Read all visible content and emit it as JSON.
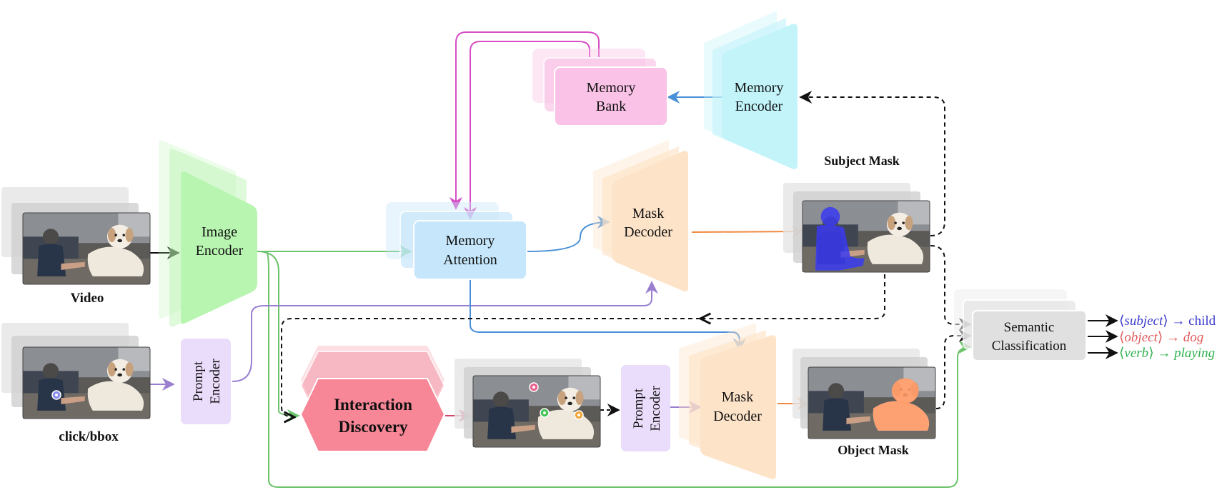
{
  "labels": {
    "video": "Video",
    "click_bbox": "click/bbox",
    "image_encoder_1": "Image",
    "image_encoder_2": "Encoder",
    "prompt_encoder_1": "Prompt",
    "prompt_encoder_2": "Encoder",
    "memory_attention_1": "Memory",
    "memory_attention_2": "Attention",
    "memory_bank_1": "Memory",
    "memory_bank_2": "Bank",
    "memory_encoder_1": "Memory",
    "memory_encoder_2": "Encoder",
    "mask_decoder_1": "Mask",
    "mask_decoder_2": "Decoder",
    "subject_mask": "Subject Mask",
    "object_mask": "Object Mask",
    "interaction_discovery_1": "Interaction",
    "interaction_discovery_2": "Discovery",
    "semantic_1": "Semantic",
    "semantic_2": "Classification"
  },
  "outputs": {
    "subject_role": "subject",
    "subject_value": "child",
    "object_role": "object",
    "object_value": "dog",
    "verb_role": "verb",
    "verb_value": "playing",
    "arrow": "→",
    "langle": "⟨",
    "rangle": "⟩"
  },
  "colors": {
    "encoder_green": "#b8f5b0",
    "prompt_purple": "#eadcfb",
    "memory_blue": "#c5e6fb",
    "memory_pink": "#f9c2e6",
    "memory_cyan": "#c2f4fa",
    "decoder_peach": "#fde3c8",
    "interaction_red": "#f7a0ae",
    "semantic_gray": "#e0e0e0",
    "subject_mask": "#3a3af0",
    "object_mask": "#ff9966",
    "subject_text": "#3a3acc",
    "object_text": "#e05a5a",
    "verb_text": "#2fb24f"
  }
}
